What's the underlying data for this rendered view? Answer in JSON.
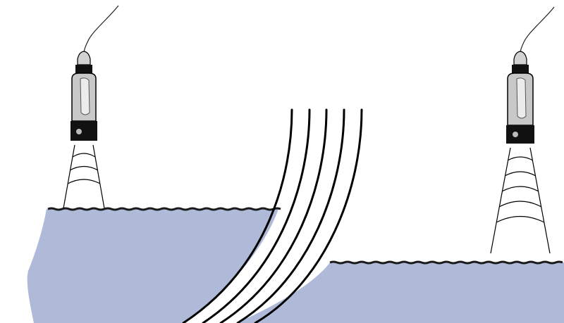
{
  "diagram": {
    "colors": {
      "background": "#ffffff",
      "water": "#afbad9",
      "outline": "#000000",
      "sensor_body": "#c8c8c8",
      "sensor_highlight": "#ececec",
      "sensor_black": "#111111"
    },
    "sensors": [
      {
        "name": "left-ultrasonic-level-sensor",
        "beam_arcs": 3
      },
      {
        "name": "right-ultrasonic-level-sensor",
        "beam_arcs": 5
      }
    ],
    "flow_lines": 5
  }
}
